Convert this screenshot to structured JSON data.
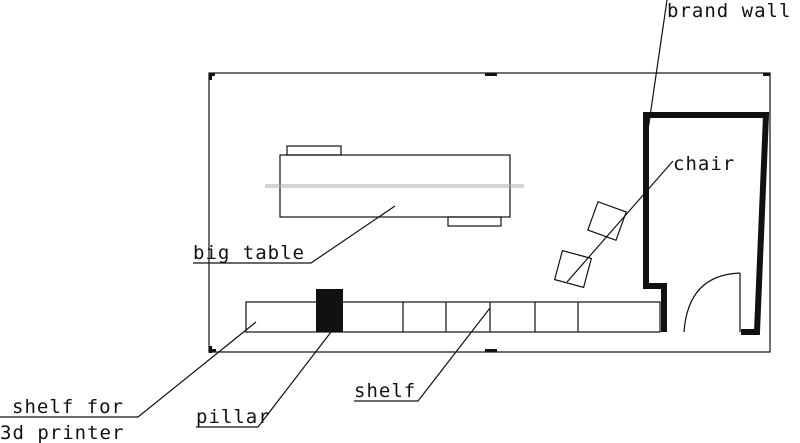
{
  "title": "Floor plan",
  "labels": {
    "brand_wall": "brand wall",
    "chair": "chair",
    "big_table": "big table",
    "shelf_for_line1": "shelf for",
    "shelf_for_line2": "3d printer",
    "pillar": "pillar",
    "shelf": "shelf"
  },
  "colors": {
    "ink": "#111111",
    "table_axis": "#aaaaaa"
  }
}
